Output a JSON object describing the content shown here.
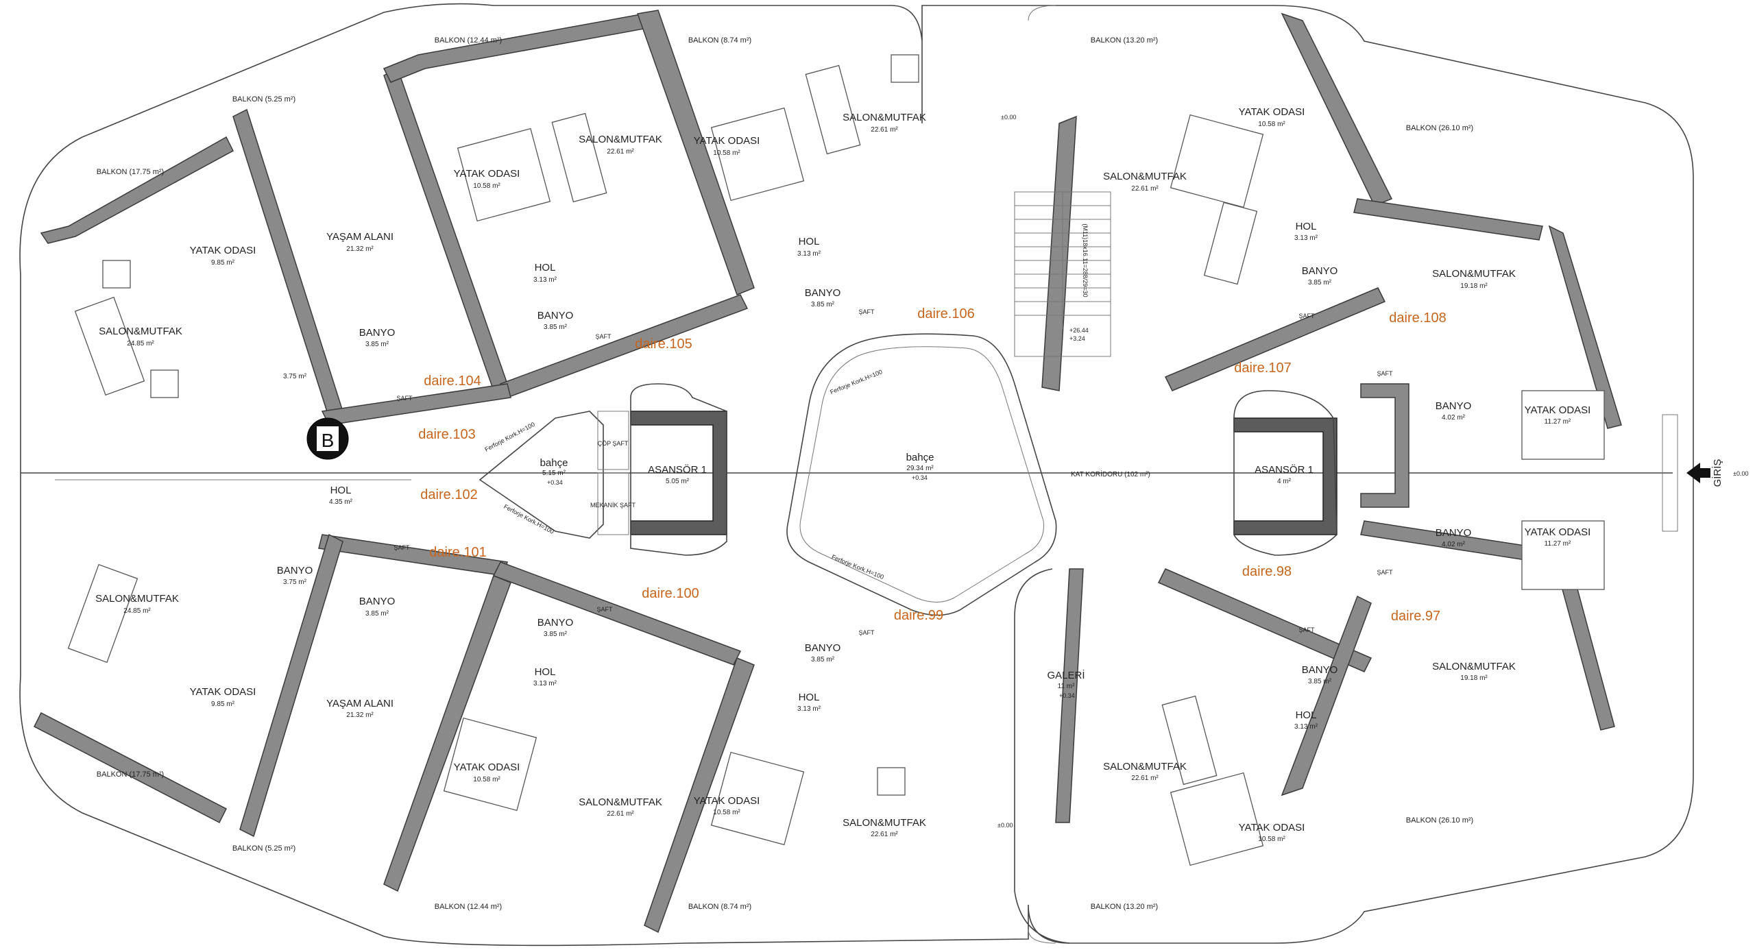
{
  "units": [
    "daire.97",
    "daire.98",
    "daire.99",
    "daire.100",
    "daire.101",
    "daire.102",
    "daire.103",
    "daire.104",
    "daire.105",
    "daire.106",
    "daire.107",
    "daire.108"
  ],
  "entrance": {
    "label": "GİRİŞ",
    "level": "±0.00"
  },
  "corridor": {
    "name": "KAT KORİDORU (102 m²)"
  },
  "gardens": [
    {
      "name": "bahçe",
      "area": "29.34 m²",
      "level": "+0.34"
    },
    {
      "name": "bahçe",
      "area": "5.15 m²",
      "level": "+0.34"
    }
  ],
  "galeri": {
    "name": "GALERİ",
    "area": "11 m²",
    "level": "+0.34"
  },
  "elevators": [
    {
      "name": "ASANSÖR 1",
      "area": "5.05 m²"
    },
    {
      "name": "ASANSÖR 1",
      "area": "4 m²"
    }
  ],
  "shafts": {
    "cop": "ÇÖP ŞAFT",
    "mekanik": "MEKANİK ŞAFT",
    "saft": "ŞAFT"
  },
  "stairs": {
    "label": "(M11)18x16.11=288/29=30",
    "level_a": "+26.44",
    "level_b": "+3.24"
  },
  "ferforje": "Ferforje Kork.H=100",
  "ground_level": "±0.00",
  "balconies": [
    "BALKON (12.44 m²)",
    "BALKON (8.74 m²)",
    "BALKON (13.20 m²)",
    "BALKON (5.25 m²)",
    "BALKON (17.75 m²)",
    "BALKON (26.10 m²)",
    "BALKON (17.75 m²)",
    "BALKON (5.25 m²)",
    "BALKON (12.44 m²)",
    "BALKON (8.74 m²)",
    "BALKON (13.20 m²)",
    "BALKON (26.10 m²)"
  ],
  "rooms": [
    {
      "name": "YATAK ODASI",
      "area": "10.58 m²"
    },
    {
      "name": "SALON&MUTFAK",
      "area": "22.61 m²"
    },
    {
      "name": "YATAK ODASI",
      "area": "10.58 m²"
    },
    {
      "name": "SALON&MUTFAK",
      "area": "22.61 m²"
    },
    {
      "name": "YATAK ODASI",
      "area": "10.58 m²"
    },
    {
      "name": "SALON&MUTFAK",
      "area": "22.61 m²"
    },
    {
      "name": "YATAK ODASI",
      "area": "9.85 m²"
    },
    {
      "name": "YAŞAM ALANI",
      "area": "21.32 m²"
    },
    {
      "name": "SALON&MUTFAK",
      "area": "24.85 m²"
    },
    {
      "name": "HOL",
      "area": "3.13 m²"
    },
    {
      "name": "HOL",
      "area": "3.13 m²"
    },
    {
      "name": "HOL",
      "area": "3.13 m²"
    },
    {
      "name": "BANYO",
      "area": "3.85 m²"
    },
    {
      "name": "BANYO",
      "area": "3.85 m²"
    },
    {
      "name": "BANYO",
      "area": "3.85 m²"
    },
    {
      "name": "BANYO",
      "area": "3.85 m²"
    },
    {
      "name": "",
      "area": "3.75 m²"
    },
    {
      "name": "SALON&MUTFAK",
      "area": "19.18 m²"
    },
    {
      "name": "BANYO",
      "area": "4.02 m²"
    },
    {
      "name": "YATAK ODASI",
      "area": "11.27 m²"
    },
    {
      "name": "YATAK ODASI",
      "area": "11.27 m²"
    },
    {
      "name": "BANYO",
      "area": "4.02 m²"
    },
    {
      "name": "SALON&MUTFAK",
      "area": "19.18 m²"
    },
    {
      "name": "HOL",
      "area": "4.35 m²"
    },
    {
      "name": "SALON&MUTFAK",
      "area": "24.85 m²"
    },
    {
      "name": "BANYO",
      "area": "3.75 m²"
    },
    {
      "name": "BANYO",
      "area": "3.85 m²"
    },
    {
      "name": "YATAK ODASI",
      "area": "9.85 m²"
    },
    {
      "name": "YAŞAM ALANI",
      "area": "21.32 m²"
    },
    {
      "name": "BANYO",
      "area": "3.85 m²"
    },
    {
      "name": "HOL",
      "area": "3.13 m²"
    },
    {
      "name": "YATAK ODASI",
      "area": "10.58 m²"
    },
    {
      "name": "SALON&MUTFAK",
      "area": "22.61 m²"
    },
    {
      "name": "BANYO",
      "area": "3.85 m²"
    },
    {
      "name": "HOL",
      "area": "3.13 m²"
    },
    {
      "name": "YATAK ODASI",
      "area": "10.58 m²"
    },
    {
      "name": "SALON&MUTFAK",
      "area": "22.61 m²"
    },
    {
      "name": "BANYO",
      "area": "3.85 m²"
    },
    {
      "name": "HOL",
      "area": "3.13 m²"
    },
    {
      "name": "SALON&MUTFAK",
      "area": "22.61 m²"
    },
    {
      "name": "YATAK ODASI",
      "area": "10.58 m²"
    }
  ],
  "block_marker": "B"
}
